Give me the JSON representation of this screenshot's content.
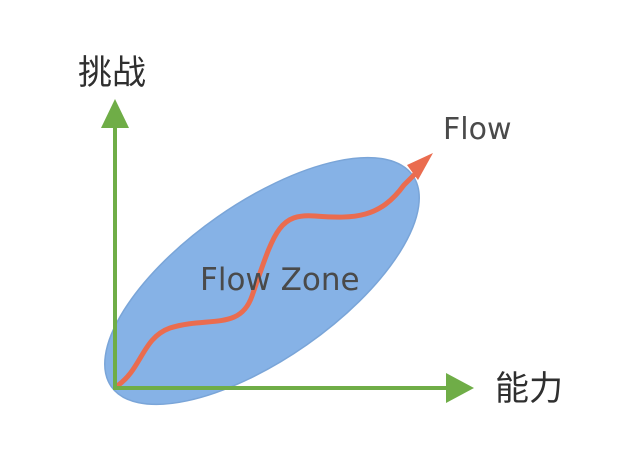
{
  "diagram": {
    "y_axis_label": "挑战",
    "x_axis_label": "能力",
    "arrow_label": "Flow",
    "zone_label": "Flow Zone",
    "colors": {
      "axis": "#6fad47",
      "zone_fill": "#86b2e6",
      "zone_stroke": "#7aa5d8",
      "flow_arrow": "#ea6c4f",
      "text": "#2f2f2f"
    },
    "icons": {
      "x_axis_arrowhead": "right-arrow-icon",
      "y_axis_arrowhead": "up-arrow-icon",
      "flow_arrowhead": "diagonal-arrow-icon"
    }
  }
}
